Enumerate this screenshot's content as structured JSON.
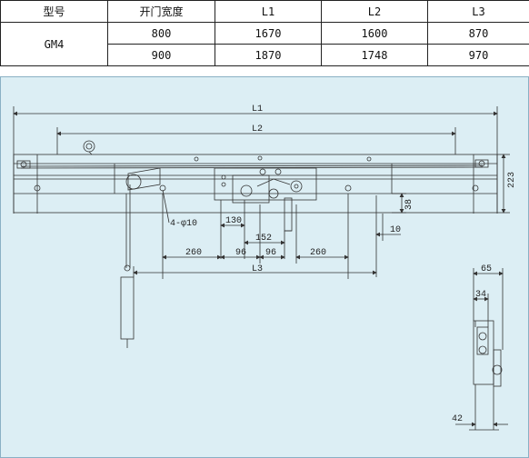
{
  "table": {
    "headers": [
      "型号",
      "开门宽度",
      "L1",
      "L2",
      "L3"
    ],
    "model": "GM4",
    "rows": [
      {
        "width": "800",
        "l1": "1670",
        "l2": "1600",
        "l3": "870"
      },
      {
        "width": "900",
        "l1": "1870",
        "l2": "1748",
        "l3": "970"
      }
    ]
  },
  "drawing": {
    "dim_L1": "L1",
    "dim_L2": "L2",
    "dim_L3": "L3",
    "dim_223": "223",
    "dim_130": "130",
    "dim_152": "152",
    "dim_96a": "96",
    "dim_96b": "96",
    "dim_260a": "260",
    "dim_260b": "260",
    "dim_38": "38",
    "dim_10": "10",
    "hole_note": "4-φ10",
    "dim_65": "65",
    "dim_34": "34",
    "dim_42": "42"
  },
  "colors": {
    "panel": "#dceef4",
    "line": "#333333"
  }
}
